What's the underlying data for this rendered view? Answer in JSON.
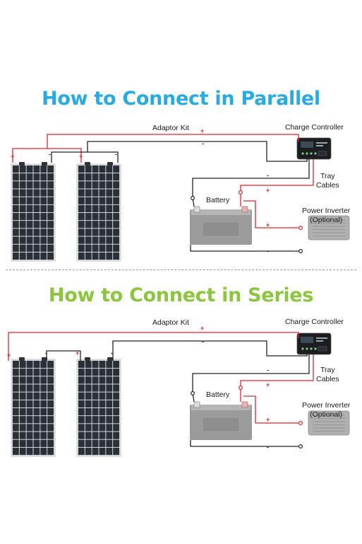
{
  "parallel": {
    "title": "How to Connect in Parallel",
    "title_color": "#29abe2",
    "adaptor_kit": "Adaptor Kit",
    "charge_controller": "Charge Controller",
    "tray_cables": "Tray\nCables",
    "battery": "Battery",
    "power_inverter": "Power Inverter\n(Optional)",
    "plus": "+",
    "minus": "-"
  },
  "series": {
    "title": "How to Connect in Series",
    "title_color": "#8cc63f",
    "adaptor_kit": "Adaptor Kit",
    "charge_controller": "Charge Controller",
    "tray_cables": "Tray\nCables",
    "battery": "Battery",
    "power_inverter": "Power Inverter\n(Optional)",
    "plus": "+",
    "minus": "-"
  },
  "colors": {
    "positive_wire": "#e0242f",
    "negative_wire": "#222222",
    "panel_cell": "#2b2f36",
    "battery_body": "#9b9b9b"
  }
}
